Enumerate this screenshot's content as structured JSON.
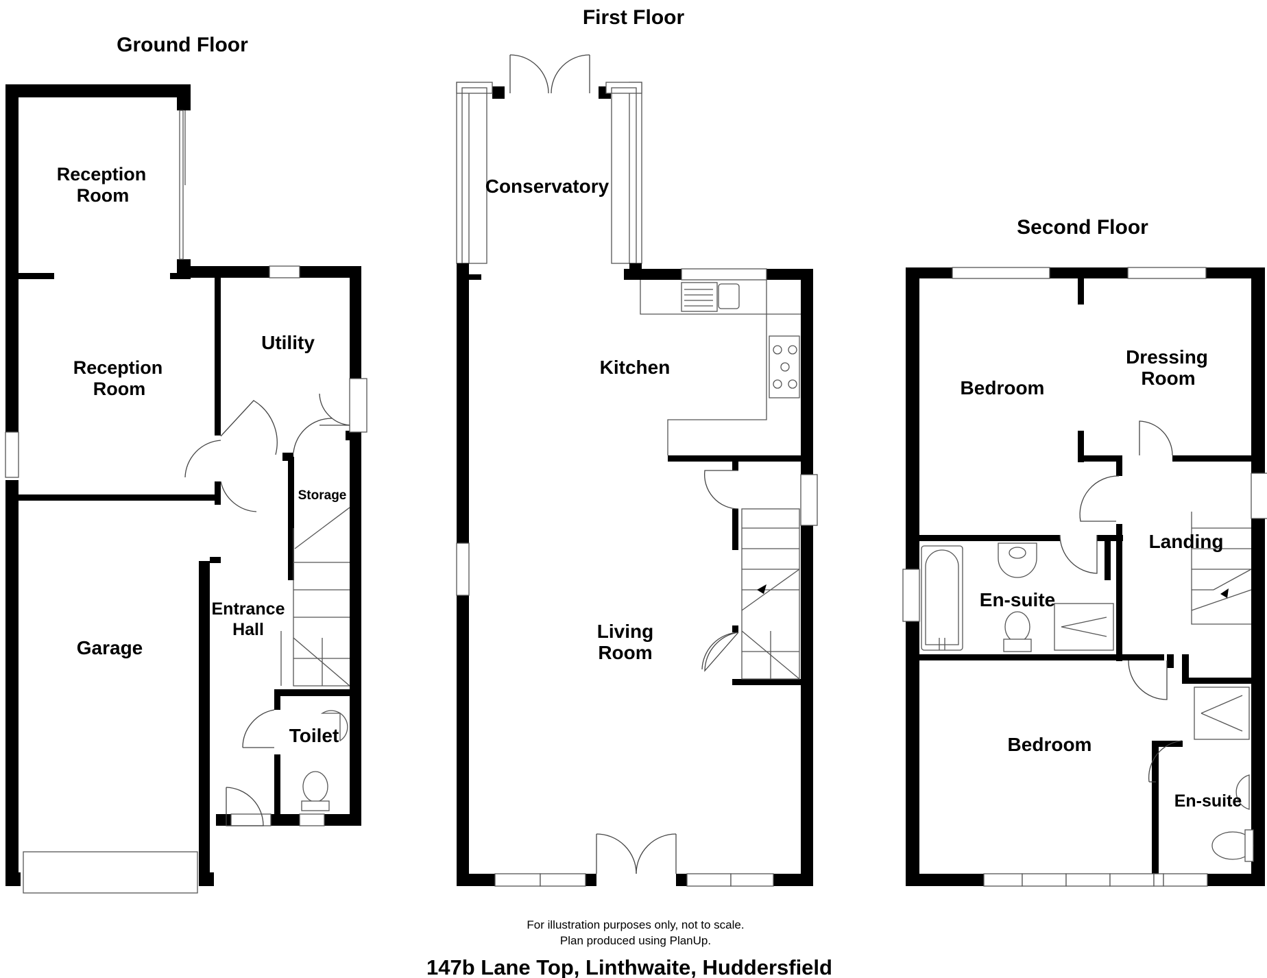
{
  "floors": {
    "ground": "Ground Floor",
    "first": "First Floor",
    "second": "Second Floor"
  },
  "rooms": {
    "reception_room_1": [
      "Reception",
      "Room"
    ],
    "reception_room_2": [
      "Reception",
      "Room"
    ],
    "garage": "Garage",
    "utility": "Utility",
    "storage": "Storage",
    "entrance_hall": [
      "Entrance",
      "Hall"
    ],
    "toilet": "Toilet",
    "conservatory": "Conservatory",
    "kitchen": "Kitchen",
    "living_room": [
      "Living",
      "Room"
    ],
    "bedroom_1": "Bedroom",
    "dressing_room": [
      "Dressing",
      "Room"
    ],
    "landing": "Landing",
    "ensuite_1": "En-suite",
    "bedroom_2": "Bedroom",
    "ensuite_2": "En-suite"
  },
  "notes": {
    "line1": "For illustration purposes only, not to scale.",
    "line2": "Plan produced using PlanUp."
  },
  "address": "147b Lane Top, Linthwaite, Huddersfield"
}
